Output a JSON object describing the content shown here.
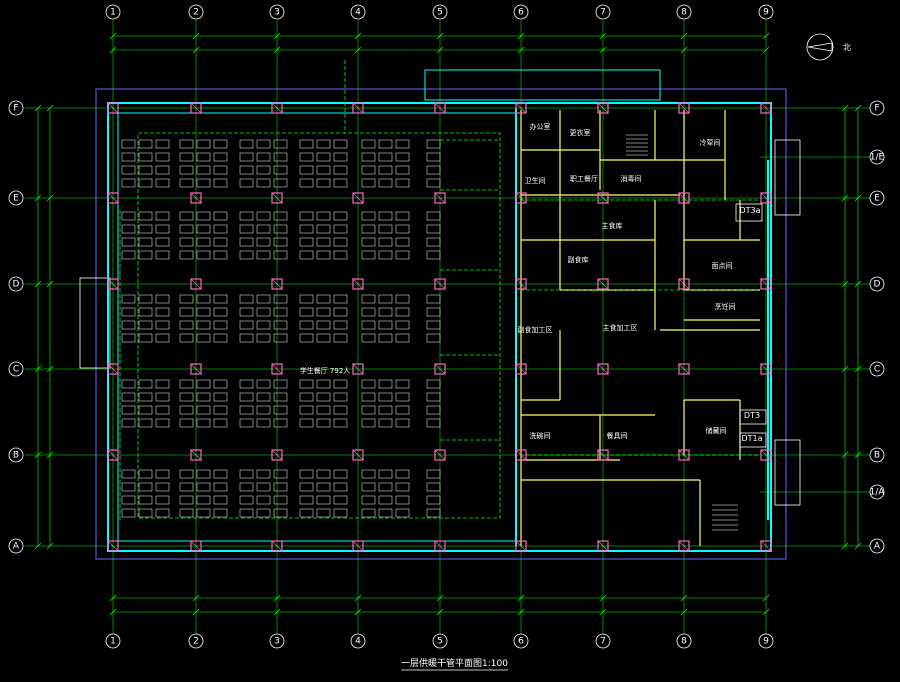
{
  "drawing": {
    "title": "一层供暖干管平面图",
    "scale": "1:100",
    "north_label": "北"
  },
  "grid": {
    "columns": [
      "1",
      "2",
      "3",
      "4",
      "5",
      "6",
      "7",
      "8",
      "9"
    ],
    "rows": [
      "F",
      "E",
      "D",
      "C",
      "B",
      "A"
    ],
    "secondary_rows": [
      "1/E",
      "1/A"
    ]
  },
  "rooms": {
    "dining_hall": "学生餐厅 792人",
    "kitchen_main": "主食库",
    "side_food": "副食库",
    "main_prep": "主食加工区",
    "side_prep": "副食加工区",
    "pastry": "面点间",
    "cook_room": "烹饪间",
    "office": "办公室",
    "changing": "更衣室",
    "storage": "储藏间",
    "dish_wash": "洗碗间",
    "tableware": "餐具间",
    "washroom": "卫生间",
    "disinfect": "消毒间",
    "staff_room": "职工餐厅",
    "cold_room": "冷荤间"
  },
  "elevators": [
    "DT3a",
    "DT3",
    "DT1a"
  ],
  "colors": {
    "background": "#000000",
    "axis": "#00ff00",
    "wall": "#ffff66",
    "heating_pipe": "#00ffff",
    "duct": "#00ff00",
    "column": "#ff66cc",
    "boundary": "#6666ff",
    "furniture": "#ffffff"
  }
}
